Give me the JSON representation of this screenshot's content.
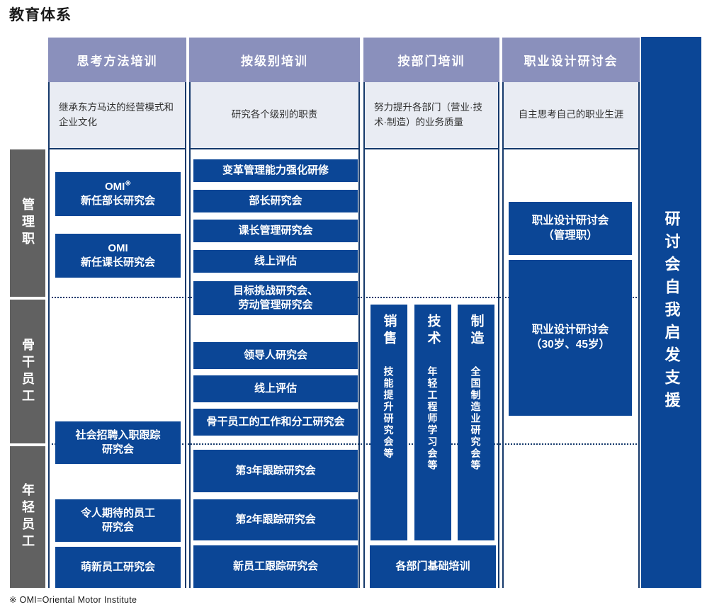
{
  "title": "教育体系",
  "footnote": "※ OMI=Oriental Motor Institute",
  "colors": {
    "header_purple": "#8a90bc",
    "panel_blue": "#0b4696",
    "label_gray": "#616161",
    "description_bg": "#e9ecf3",
    "line_navy": "#15396b"
  },
  "columns": [
    {
      "header": "思考方法培训",
      "description": "继承东方马达的经营模式和企业文化"
    },
    {
      "header": "按级别培训",
      "description": "研究各个级别的职责"
    },
    {
      "header": "按部门培训",
      "description": "努力提升各部门（营业·技术·制造）的业务质量"
    },
    {
      "header": "职业设计研讨会",
      "description": "自主思考自己的职业生涯"
    }
  ],
  "row_labels": [
    "管理职",
    "骨干员工",
    "年轻员工"
  ],
  "sidebar": "研讨会自我启发支援",
  "thinking_boxes": [
    {
      "line1": "OMI",
      "sup": "※",
      "line2": "新任部长研究会"
    },
    {
      "line1": "OMI",
      "line2": "新任课长研究会"
    },
    {
      "line1": "社会招聘入职跟踪",
      "line2": "研究会"
    },
    {
      "line1": "令人期待的员工",
      "line2": "研究会"
    },
    {
      "line1": "萌新员工研究会"
    }
  ],
  "level_boxes": [
    {
      "line1": "变革管理能力强化研修"
    },
    {
      "line1": "部长研究会"
    },
    {
      "line1": "课长管理研究会"
    },
    {
      "line1": "线上评估"
    },
    {
      "line1": "目标挑战研究会、",
      "line2": "劳动管理研究会"
    },
    {
      "line1": "领导人研究会"
    },
    {
      "line1": "线上评估"
    },
    {
      "line1": "骨干员工的工作和分工研究会"
    },
    {
      "line1": "第3年跟踪研究会"
    },
    {
      "line1": "第2年跟踪研究会"
    },
    {
      "line1": "新员工跟踪研究会"
    }
  ],
  "department_boxes": [
    {
      "name": "销售",
      "program": "技能提升研究会等"
    },
    {
      "name": "技术",
      "program": "年轻工程师学习会等"
    },
    {
      "name": "制造",
      "program": "全国制造业研究会等"
    }
  ],
  "department_base": "各部门基础培训",
  "career_boxes": [
    {
      "line1": "职业设计研讨会",
      "line2": "（管理职）"
    },
    {
      "line1": "职业设计研讨会",
      "line2": "（30岁、45岁）"
    }
  ]
}
